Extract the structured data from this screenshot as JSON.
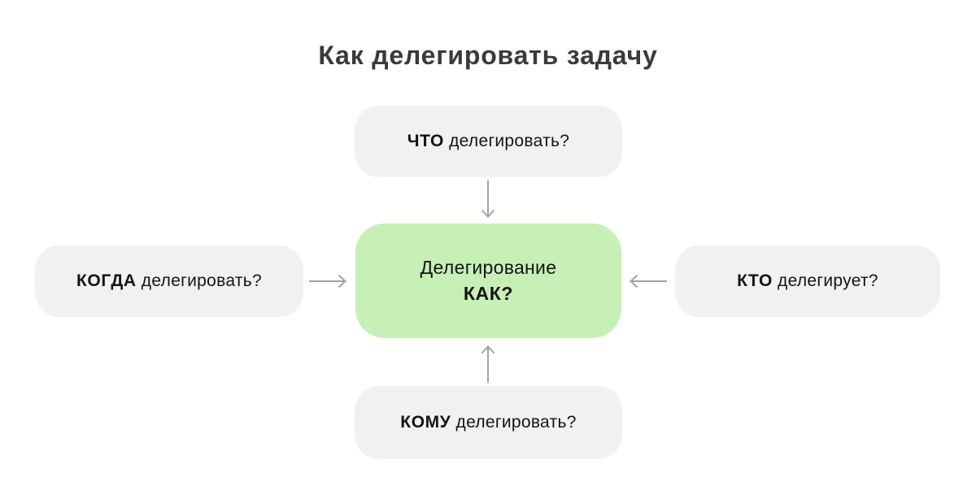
{
  "title": "Как делегировать задачу",
  "boxes": {
    "what": {
      "emphasis": "ЧТО",
      "text": " делегировать?"
    },
    "when": {
      "emphasis": "КОГДА",
      "text": " делегировать?"
    },
    "who": {
      "emphasis": "КТО",
      "text": " делегирует?"
    },
    "whom": {
      "emphasis": "КОМУ",
      "text": " делегировать?"
    }
  },
  "center_box": {
    "line1": "Делегирование",
    "line2": "КАК?"
  },
  "colors": {
    "box_bg": "#f1f1f2",
    "center_bg": "#c6f0b6",
    "arrow": "#a3a3a3",
    "title_text": "#3a3a3c",
    "box_text": "#141414",
    "page_bg": "#ffffff"
  }
}
